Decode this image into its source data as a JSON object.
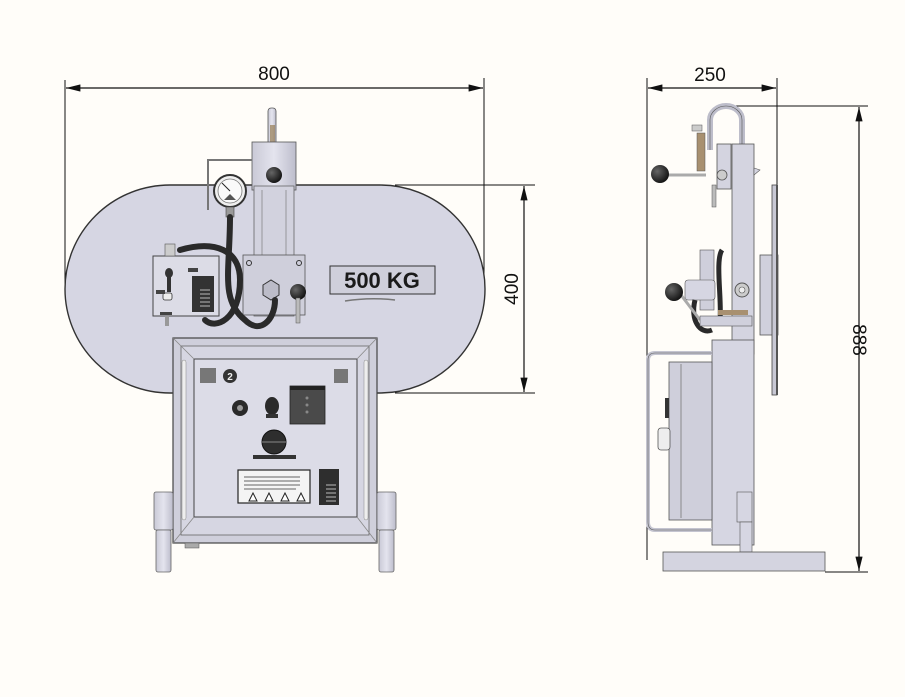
{
  "drawing": {
    "type": "technical-dimension-drawing",
    "views": [
      "front-view",
      "side-view"
    ],
    "background_color": "#fffdf9",
    "part_color": "#d8d8e4",
    "line_color": "#111111"
  },
  "front_view": {
    "capacity_label": "500 KG",
    "dimensions": {
      "width": "800",
      "pad_height": "400"
    },
    "control_panel": {
      "badge_number": "2",
      "warning_triangles": 4
    }
  },
  "side_view": {
    "dimensions": {
      "depth": "250",
      "total_height": "888"
    }
  }
}
